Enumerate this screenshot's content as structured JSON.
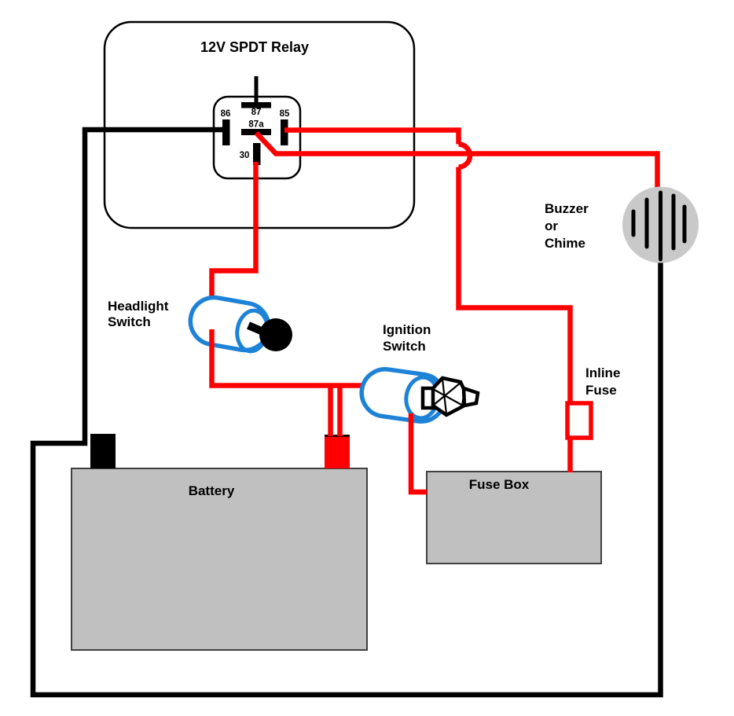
{
  "relay": {
    "title": "12V SPDT Relay",
    "pins": {
      "p86": "86",
      "p87": "87",
      "p85": "85",
      "p87a": "87a",
      "p30": "30"
    }
  },
  "components": {
    "headlight_switch": {
      "label_line1": "Headlight",
      "label_line2": "Switch"
    },
    "ignition_switch": {
      "label_line1": "Ignition",
      "label_line2": "Switch"
    },
    "buzzer": {
      "label_line1": "Buzzer",
      "label_line2": "or",
      "label_line3": "Chime"
    },
    "inline_fuse": {
      "label_line1": "Inline",
      "label_line2": "Fuse"
    },
    "fuse_box": {
      "label": "Fuse Box"
    },
    "battery": {
      "label": "Battery"
    }
  },
  "colors": {
    "wire_positive_red": "#ff0000",
    "wire_ground_black": "#000000",
    "switch_outline_blue": "#1e82d7",
    "component_box_gray": "#c0c0c0",
    "buzzer_gray": "#c9c9c9"
  }
}
